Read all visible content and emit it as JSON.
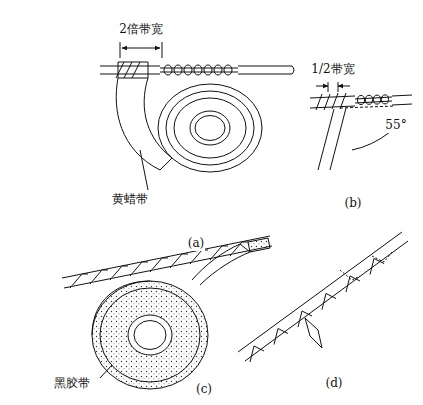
{
  "diagram": {
    "labels": [
      "2倍带宽",
      "黄蜡带",
      "(a)",
      "1/2带宽",
      "55°",
      "(b)",
      "黑胶带",
      "(c)",
      "(d)"
    ]
  }
}
